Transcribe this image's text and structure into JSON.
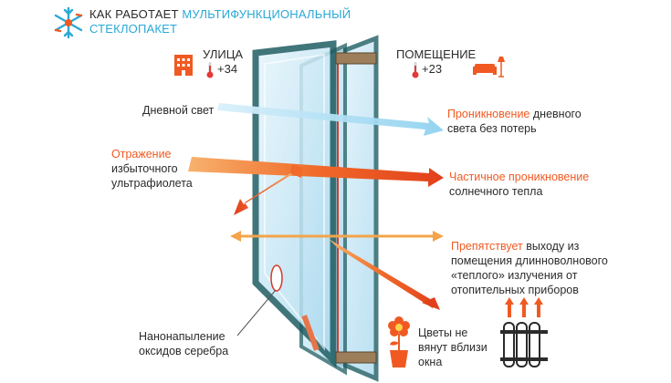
{
  "header": {
    "title_dark": "КАК РАБОТАЕТ",
    "title_blue_1": "МУЛЬТИФУНКЦИОНАЛЬНЫЙ",
    "title_blue_2": "СТЕКЛОПАКЕТ"
  },
  "outside": {
    "label": "УЛИЦА",
    "temp": "+34"
  },
  "inside": {
    "label": "ПОМЕЩЕНИЕ",
    "temp": "+23"
  },
  "left_labels": {
    "daylight": "Дневной свет",
    "reflection_accent": "Отражение",
    "reflection_rest_1": "избыточного",
    "reflection_rest_2": "ультрафиолета",
    "coating_1": "Нанонапыление",
    "coating_2": "оксидов серебра"
  },
  "right_labels": {
    "daylight_accent": "Проникновение",
    "daylight_rest_1": "дневного",
    "daylight_rest_2": "света без потерь",
    "heat_accent": "Частичное проникновение",
    "heat_rest": "солнечного тепла",
    "ir_accent": "Препятствует",
    "ir_rest_1": "выходу из",
    "ir_rest_2": "помещения длинноволнового",
    "ir_rest_3": "«теплого» излучения от",
    "ir_rest_4": "отопительных приборов",
    "flowers_1": "Цветы не",
    "flowers_2": "вянут вблизи",
    "flowers_3": "окна"
  },
  "colors": {
    "accent": "#f05a22",
    "brand_blue": "#2aa8d6",
    "glass": "#bfe3f5",
    "frame": "#1f5e63"
  },
  "icons": [
    "snowflake-sun-logo-icon",
    "building-icon",
    "thermometer-icon",
    "sofa-lamp-icon",
    "flower-pot-icon",
    "radiator-icon"
  ]
}
